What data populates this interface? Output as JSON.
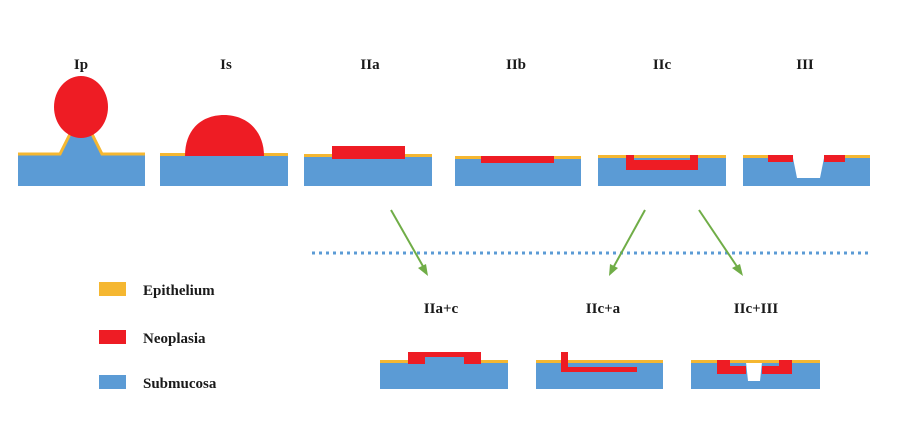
{
  "top_row": {
    "ip": "Ip",
    "is": "Is",
    "iia": "IIa",
    "iib": "IIb",
    "iic": "IIc",
    "iii": "III"
  },
  "bottom_row": {
    "iia_c": "IIa+c",
    "iic_a": "IIc+a",
    "iic_iii": "IIc+III"
  },
  "legend": {
    "epithelium": "Epithelium",
    "neoplasia": "Neoplasia",
    "submucosa": "Submucosa"
  },
  "colors": {
    "epithelium": "#f5b731",
    "neoplasia": "#ee1c24",
    "submucosa": "#5b9bd5",
    "arrow": "#70ad47",
    "divider": "#5b9bd5"
  }
}
